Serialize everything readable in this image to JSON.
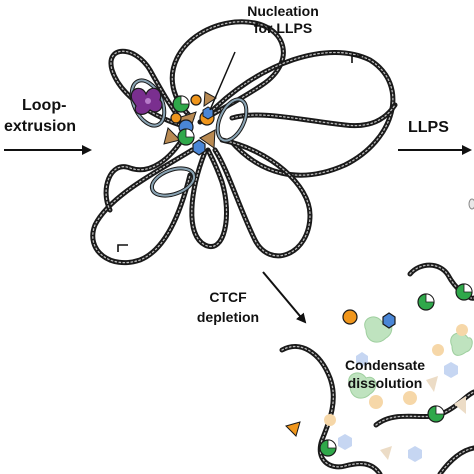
{
  "labels": {
    "nucleation_line1": "Nucleation",
    "nucleation_line2": "for LLPS",
    "loop_line1": "Loop-",
    "loop_line2": "extrusion",
    "llps": "LLPS",
    "ctcf_line1": "CTCF",
    "ctcf_line2": "depletion",
    "condensate_line1": "Condensate",
    "condensate_line2": "dissolution"
  },
  "colors": {
    "chromatin": "#1a1a1a",
    "cohesin_ring": "#8aa4b4",
    "ctcf_green": "#2fa84a",
    "orange_factor": "#f0961c",
    "blue_factor": "#4a86d6",
    "purple_factor": "#7a2f8f",
    "tan_factor": "#b98a52",
    "faded_green": "#bfe3bf",
    "faded_orange": "#f6d7a8",
    "faded_blue": "#c6d6f2"
  }
}
